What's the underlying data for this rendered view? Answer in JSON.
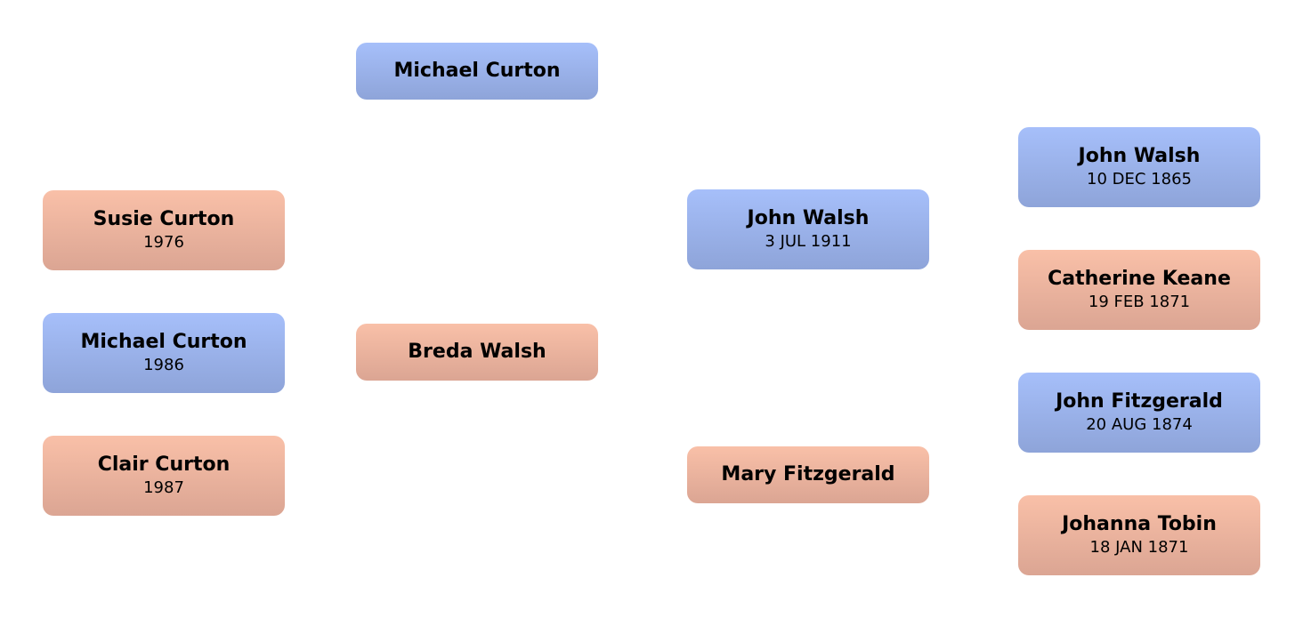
{
  "colors": {
    "male_top": "#a6bffa",
    "male_bottom": "#8ea4d9",
    "female_top": "#f9c0a8",
    "female_bottom": "#dba593",
    "background": "#ffffff"
  },
  "tree": {
    "children": [
      {
        "name": "Susie Curton",
        "date": "1976",
        "sex": "female"
      },
      {
        "name": "Michael Curton",
        "date": "1986",
        "sex": "male"
      },
      {
        "name": "Clair Curton",
        "date": "1987",
        "sex": "female"
      }
    ],
    "parents": {
      "father": {
        "name": "Michael Curton",
        "sex": "male"
      },
      "mother": {
        "name": "Breda Walsh",
        "sex": "female"
      }
    },
    "maternal_grandparents": {
      "father": {
        "name": "John Walsh",
        "date": "3 JUL 1911",
        "sex": "male"
      },
      "mother": {
        "name": "Mary Fitzgerald",
        "sex": "female"
      }
    },
    "great_grandparents": [
      {
        "name": "John Walsh",
        "date": "10 DEC 1865",
        "sex": "male"
      },
      {
        "name": "Catherine Keane",
        "date": "19 FEB 1871",
        "sex": "female"
      },
      {
        "name": "John Fitzgerald",
        "date": "20 AUG 1874",
        "sex": "male"
      },
      {
        "name": "Johanna Tobin",
        "date": "18 JAN 1871",
        "sex": "female"
      }
    ]
  }
}
